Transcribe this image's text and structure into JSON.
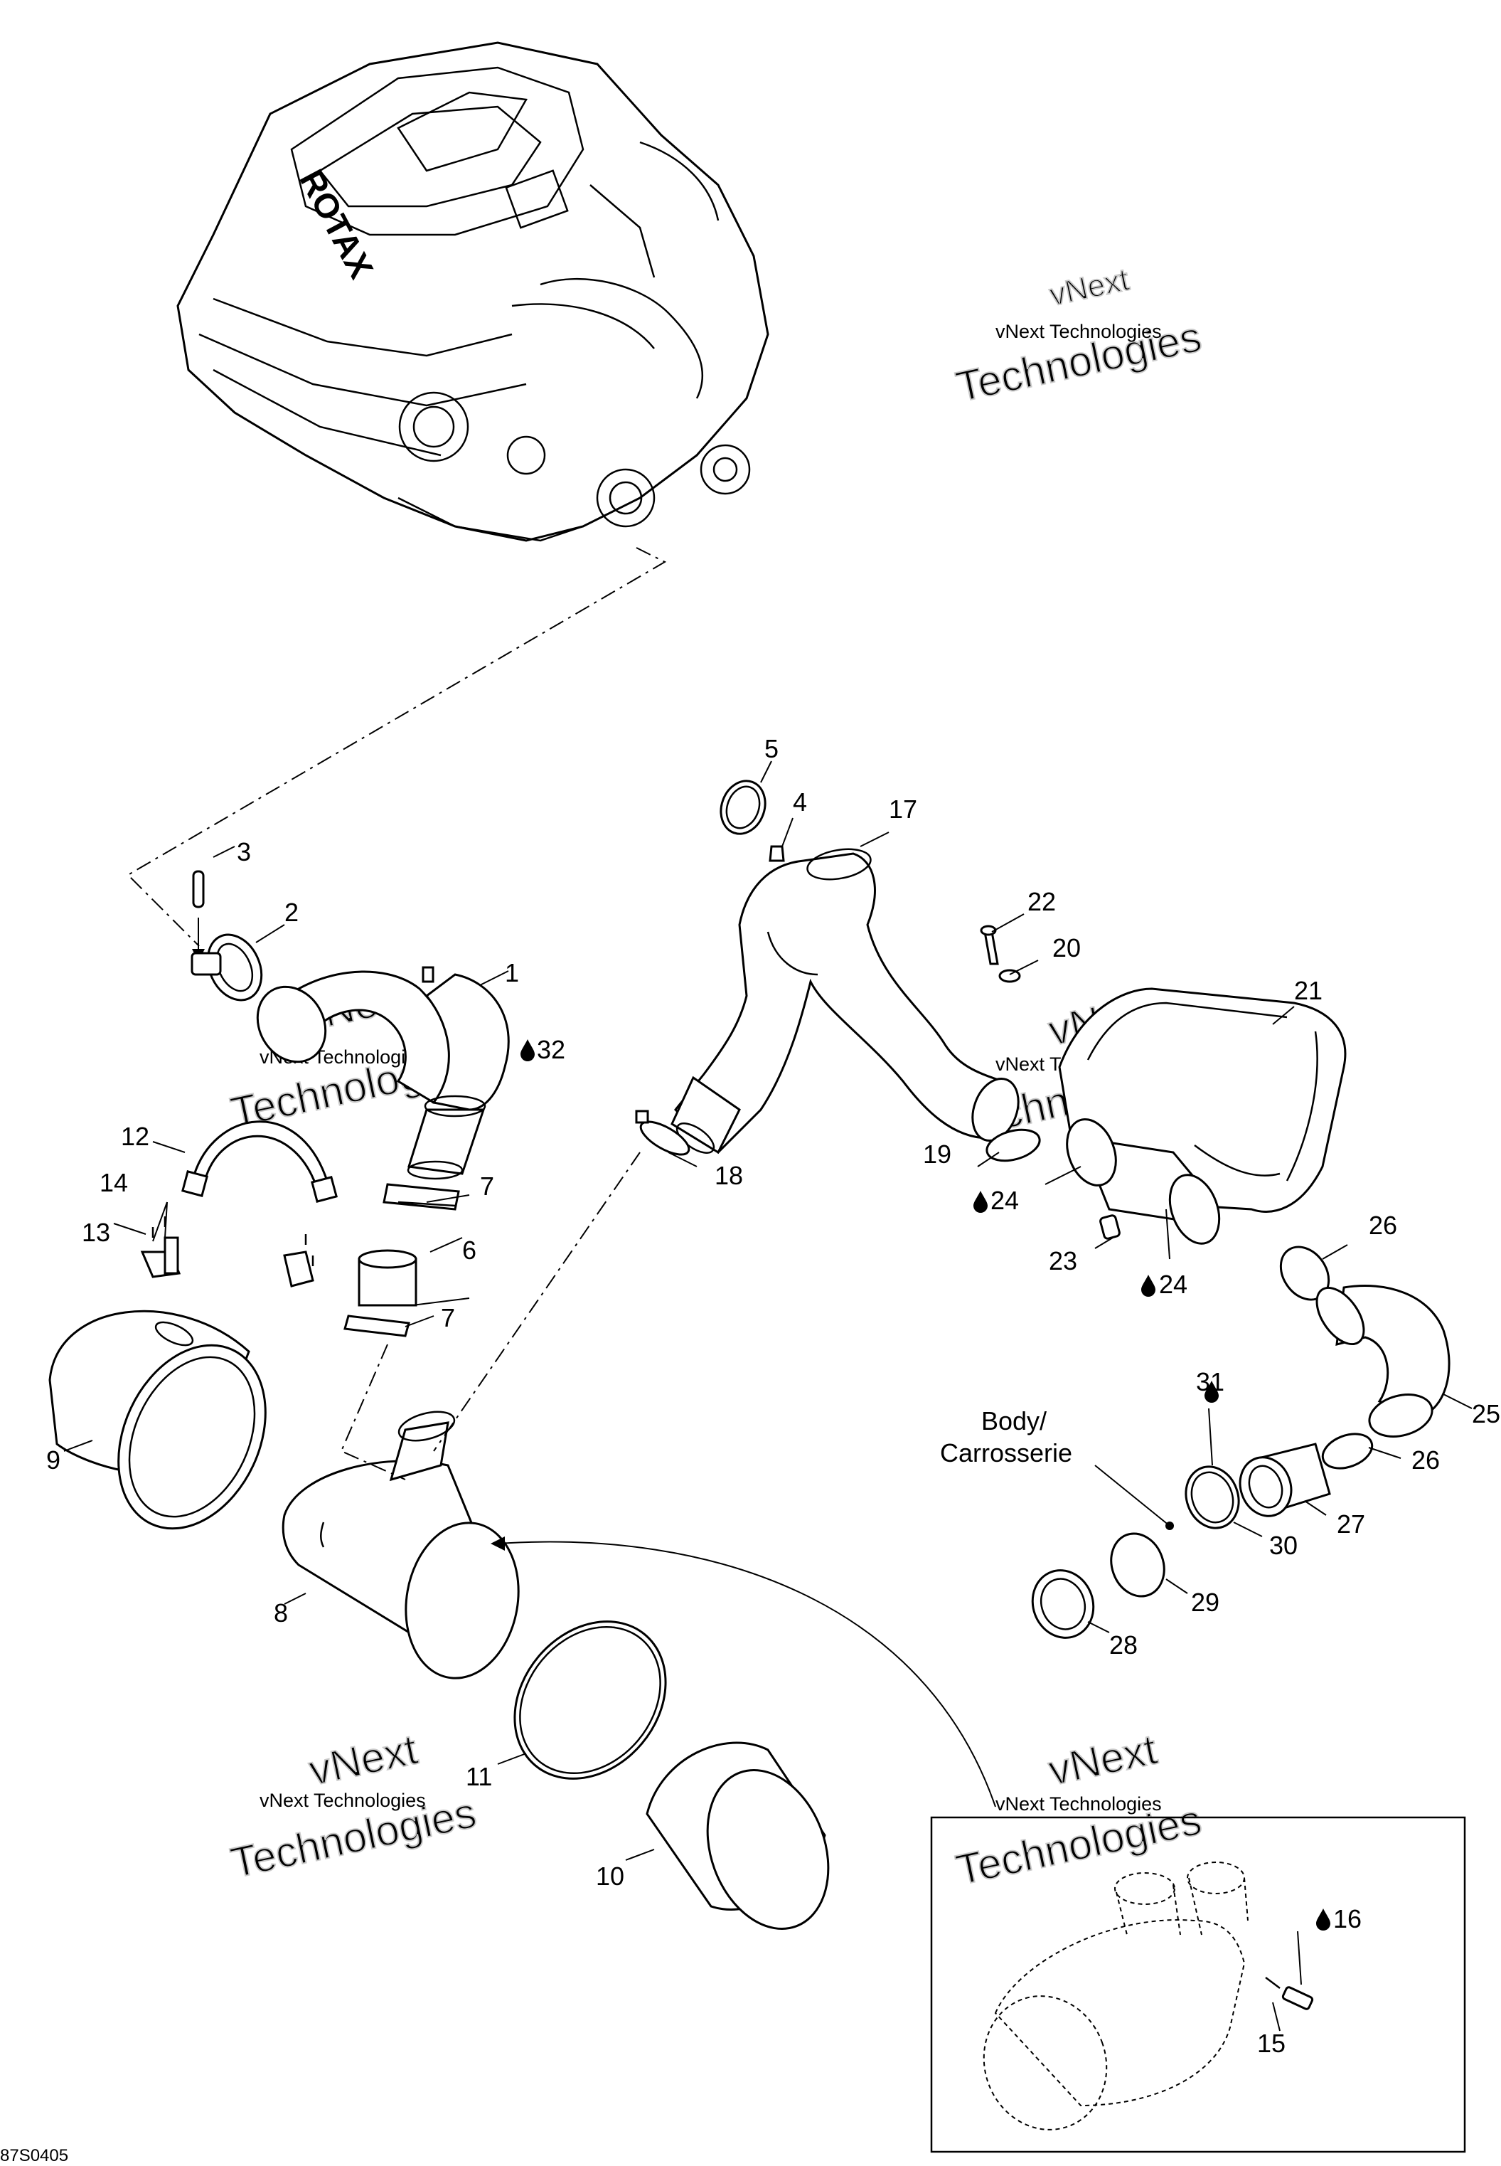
{
  "figure_code": "87S0405",
  "body_label_line1": "Body/",
  "body_label_line2": "Carrosserie",
  "watermark": {
    "line1": "vNext Technologies",
    "word_a": "vNext",
    "word_b": "Technologies"
  },
  "engine_brand": "ROTAX",
  "drop_icon": "oil-drop-icon",
  "callouts": {
    "c1": "1",
    "c2": "2",
    "c3": "3",
    "c4": "4",
    "c5": "5",
    "c6": "6",
    "c7a": "7",
    "c7b": "7",
    "c8": "8",
    "c9": "9",
    "c10": "10",
    "c11": "11",
    "c12": "12",
    "c13": "13",
    "c14": "14",
    "c15": "15",
    "c16": "16",
    "c17": "17",
    "c18": "18",
    "c19": "19",
    "c20": "20",
    "c21": "21",
    "c22": "22",
    "c23": "23",
    "c24a": "24",
    "c24b": "24",
    "c25": "25",
    "c26a": "26",
    "c26b": "26",
    "c27": "27",
    "c28": "28",
    "c29": "29",
    "c30": "30",
    "c31": "31",
    "c32": "32"
  }
}
